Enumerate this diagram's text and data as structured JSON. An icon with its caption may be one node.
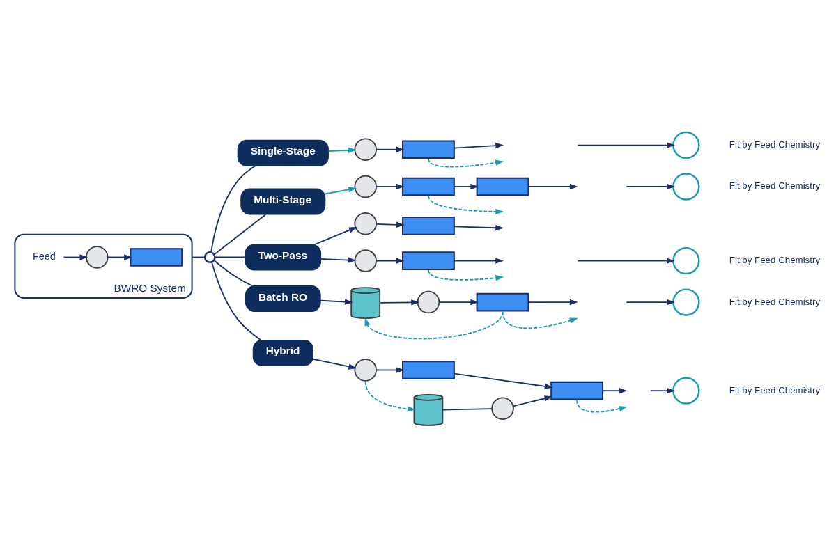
{
  "diagram": {
    "nodes": [
      {
        "text": [
          "BWRO System"
        ]
      },
      {
        "text": [
          "Feed"
        ],
        "in": 0
      },
      {
        "text": [],
        "shape": "circle",
        "in": 0
      },
      {
        "text": [],
        "shape": "box",
        "in": 0
      },
      {
        "text": [],
        "shape": "circle"
      },
      {
        "text": [
          "Single-Stage"
        ]
      },
      {
        "text": [
          "Multi-Stage"
        ]
      },
      {
        "text": [
          "Two-Pass"
        ]
      },
      {
        "text": [
          "Batch RO"
        ]
      },
      {
        "text": [
          "Hybrid"
        ]
      },
      {
        "text": [],
        "shape": "circle"
      },
      {
        "text": [],
        "shape": "box"
      },
      {
        "text": [],
        "shape": "circle",
        "beside": [
          "Fit by Feed Chemistry"
        ]
      },
      {
        "text": [],
        "shape": "circle"
      },
      {
        "text": [],
        "shape": "box"
      },
      {
        "text": [],
        "shape": "box"
      },
      {
        "text": [],
        "shape": "circle",
        "beside": [
          "Fit by Feed Chemistry"
        ]
      },
      {
        "text": [],
        "shape": "circle"
      },
      {
        "text": [],
        "shape": "box"
      },
      {
        "text": [],
        "shape": "circle"
      },
      {
        "text": [],
        "shape": "box"
      },
      {
        "text": [],
        "shape": "circle",
        "beside": [
          "Fit by Feed Chemistry"
        ]
      },
      {
        "text": [],
        "shape": "cylinder"
      },
      {
        "text": [],
        "shape": "circle"
      },
      {
        "text": [],
        "shape": "box"
      },
      {
        "text": [],
        "shape": "circle",
        "beside": [
          "Fit by Feed Chemistry"
        ]
      },
      {
        "text": [],
        "shape": "circle"
      },
      {
        "text": [],
        "shape": "box"
      },
      {
        "text": [],
        "shape": "box"
      },
      {
        "text": [],
        "shape": "cylinder"
      },
      {
        "text": [],
        "shape": "circle"
      },
      {
        "text": [],
        "shape": "circle",
        "beside": [
          "Fit by Feed Chemistry"
        ]
      }
    ],
    "edges": [
      {
        "from": 1,
        "to": 2,
        "arrow": "to"
      },
      {
        "from": 2,
        "to": 3,
        "arrow": "to"
      },
      {
        "from": 0,
        "to": 4,
        "arrow": "none"
      },
      {
        "from": 4,
        "to": 5,
        "arrow": "none"
      },
      {
        "from": 4,
        "to": 6,
        "arrow": "none"
      },
      {
        "from": 4,
        "to": 7,
        "arrow": "none"
      },
      {
        "from": 4,
        "to": 8,
        "arrow": "none"
      },
      {
        "from": 4,
        "to": 9,
        "arrow": "none"
      },
      {
        "from": 5,
        "to": 10,
        "arrow": "to",
        "color": "#1a9bb0"
      },
      {
        "from": 10,
        "to": 11,
        "arrow": "to"
      },
      {
        "from": 11,
        "to": null,
        "arrow": "to",
        "style": "dashed",
        "color": "#1a9bb0"
      },
      {
        "from": 11,
        "to": null,
        "arrow": "to"
      },
      {
        "from": null,
        "to": 12,
        "arrow": "to"
      },
      {
        "from": 6,
        "to": 13,
        "arrow": "to",
        "color": "#1a9bb0"
      },
      {
        "from": 13,
        "to": 14,
        "arrow": "to"
      },
      {
        "from": 14,
        "to": 15,
        "arrow": "to"
      },
      {
        "from": 15,
        "to": null,
        "arrow": "to"
      },
      {
        "from": 14,
        "to": null,
        "arrow": "to",
        "style": "dashed",
        "color": "#1a9bb0"
      },
      {
        "from": null,
        "to": 16,
        "arrow": "to"
      },
      {
        "from": 7,
        "to": 17,
        "arrow": "to"
      },
      {
        "from": 7,
        "to": 19,
        "arrow": "to"
      },
      {
        "from": 17,
        "to": 18,
        "arrow": "to"
      },
      {
        "from": 18,
        "to": null,
        "arrow": "to"
      },
      {
        "from": 19,
        "to": 20,
        "arrow": "to"
      },
      {
        "from": 20,
        "to": null,
        "arrow": "to",
        "style": "dashed",
        "color": "#1a9bb0"
      },
      {
        "from": 20,
        "to": null,
        "arrow": "to"
      },
      {
        "from": null,
        "to": 21,
        "arrow": "to"
      },
      {
        "from": 8,
        "to": 22,
        "arrow": "to"
      },
      {
        "from": 22,
        "to": 23,
        "arrow": "to"
      },
      {
        "from": 23,
        "to": 24,
        "arrow": "to"
      },
      {
        "from": 24,
        "to": 22,
        "arrow": "to",
        "style": "dashed",
        "color": "#1a9bb0"
      },
      {
        "from": 24,
        "to": null,
        "arrow": "to",
        "style": "dashed",
        "color": "#1a9bb0"
      },
      {
        "from": 24,
        "to": null,
        "arrow": "to"
      },
      {
        "from": null,
        "to": 25,
        "arrow": "to"
      },
      {
        "from": 9,
        "to": 26,
        "arrow": "to"
      },
      {
        "from": 26,
        "to": 27,
        "arrow": "to"
      },
      {
        "from": 27,
        "to": 28,
        "arrow": "to"
      },
      {
        "from": 26,
        "to": 29,
        "arrow": "to",
        "style": "dashed",
        "color": "#1a9bb0"
      },
      {
        "from": 29,
        "to": 30,
        "arrow": "none"
      },
      {
        "from": 30,
        "to": 28,
        "arrow": "to"
      },
      {
        "from": 28,
        "to": null,
        "arrow": "to",
        "style": "dashed",
        "color": "#1a9bb0"
      },
      {
        "from": 28,
        "to": null,
        "arrow": "to"
      },
      {
        "from": null,
        "to": 31,
        "arrow": "to"
      }
    ]
  }
}
